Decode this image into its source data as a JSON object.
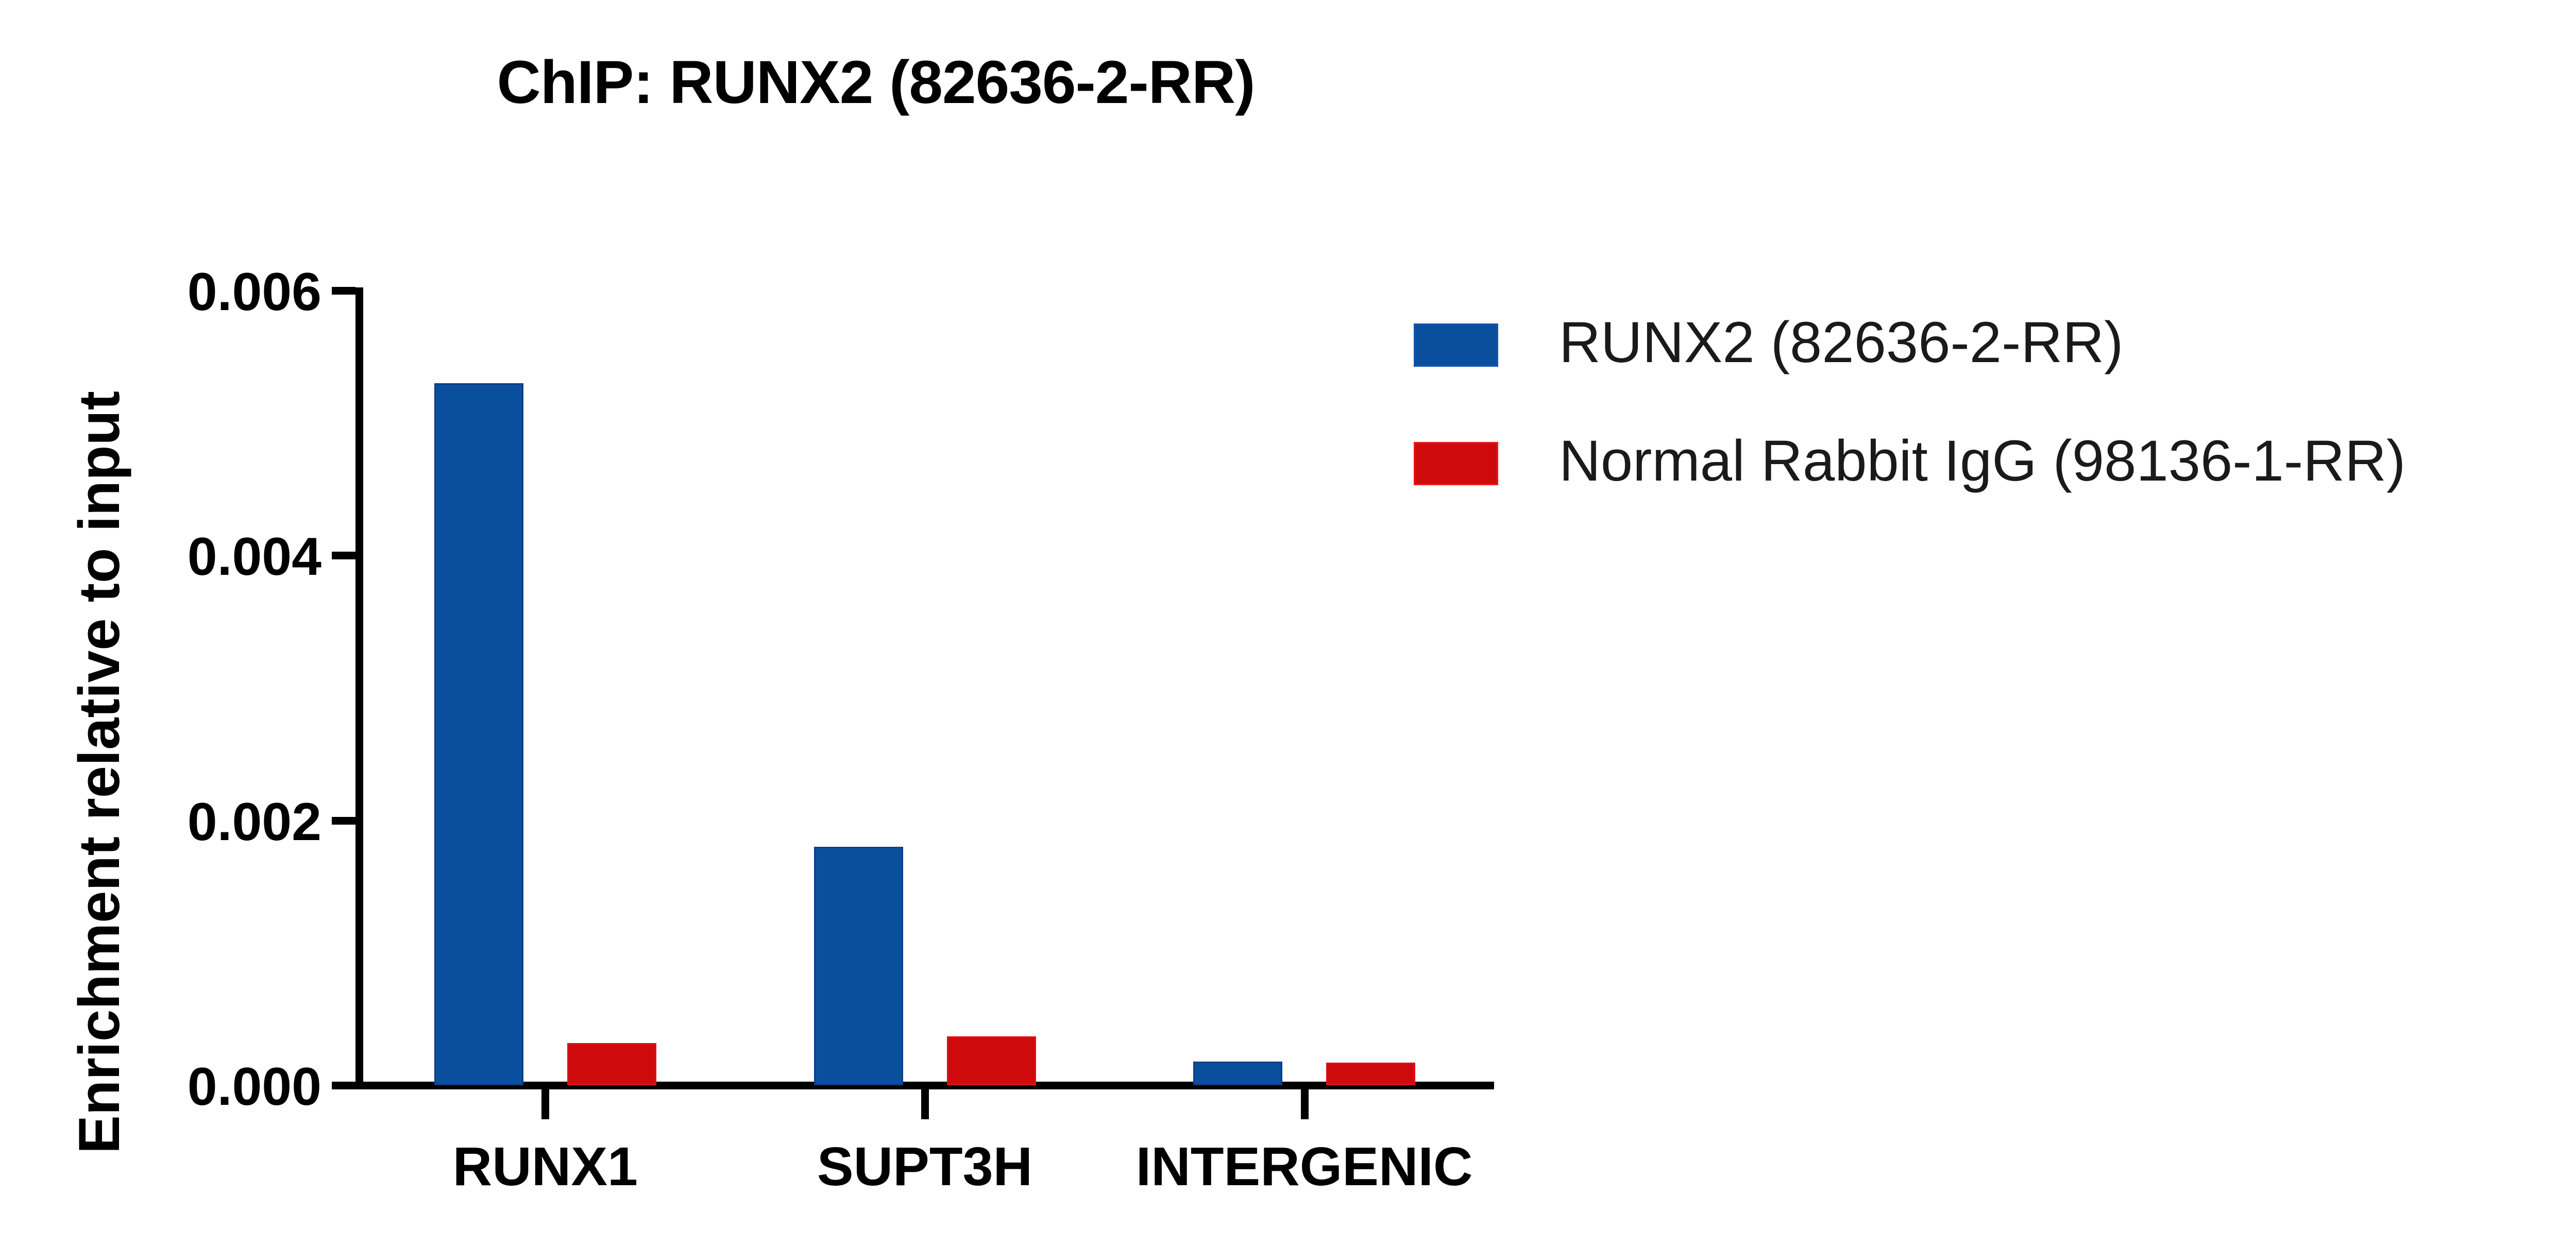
{
  "chart_data": {
    "type": "bar",
    "title": "ChIP: RUNX2 (82636-2-RR)",
    "xlabel": "",
    "ylabel": "Enrichment relative to input",
    "categories": [
      "RUNX1",
      "SUPT3H",
      "INTERGENIC"
    ],
    "series": [
      {
        "name": "RUNX2 (82636-2-RR)",
        "color": "#0a4f9e",
        "values": [
          0.0053,
          0.0018,
          0.00018
        ]
      },
      {
        "name": "Normal Rabbit IgG (98136-1-RR)",
        "color": "#cf0a0d",
        "values": [
          0.00032,
          0.00037,
          0.00017
        ]
      }
    ],
    "ylim": [
      0.0,
      0.006
    ],
    "ytick_values": [
      0.0,
      0.002,
      0.004,
      0.006
    ],
    "ytick_labels": [
      "0.000",
      "0.002",
      "0.004",
      "0.006"
    ],
    "grid": false,
    "legend_position": "right"
  },
  "legend": {
    "entries": [
      {
        "label": "RUNX2 (82636-2-RR)",
        "color": "#0a4f9e"
      },
      {
        "label": "Normal Rabbit IgG (98136-1-RR)",
        "color": "#cf0a0d"
      }
    ]
  }
}
